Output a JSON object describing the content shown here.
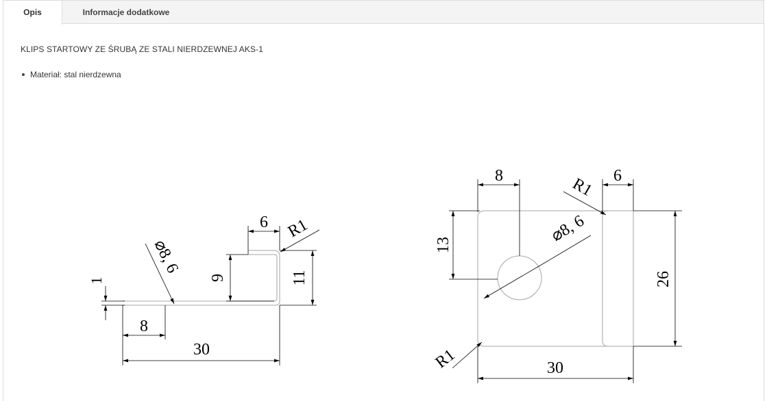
{
  "tabs": [
    {
      "label": "Opis",
      "active": true
    },
    {
      "label": "Informacje dodatkowe",
      "active": false
    }
  ],
  "content": {
    "title": "KLIPS STARTOWY ZE ŚRUBĄ ZE STALI NIERDZEWNEJ AKS-1",
    "bullets": [
      "Materiał: stal nierdzewna"
    ]
  },
  "drawing": {
    "side_view": {
      "thickness": "1",
      "hole_offset": "8",
      "hole_diameter": "⌀8, 6",
      "length": "30",
      "lip_width": "6",
      "bend_radius": "R1",
      "inner_height": "9",
      "outer_height": "11"
    },
    "top_view": {
      "hole_offset": "8",
      "edge_width": "6",
      "corner_radius_top": "R1",
      "hole_height": "13",
      "hole_diameter": "⌀8, 6",
      "height": "26",
      "corner_radius_bottom": "R1",
      "width": "30"
    }
  },
  "colors": {
    "tab_bar": "#f4f4f4",
    "border": "#dcdcdc",
    "text": "#333333",
    "drawing_line": "#b8b8b8",
    "dimension_line": "#000000"
  }
}
